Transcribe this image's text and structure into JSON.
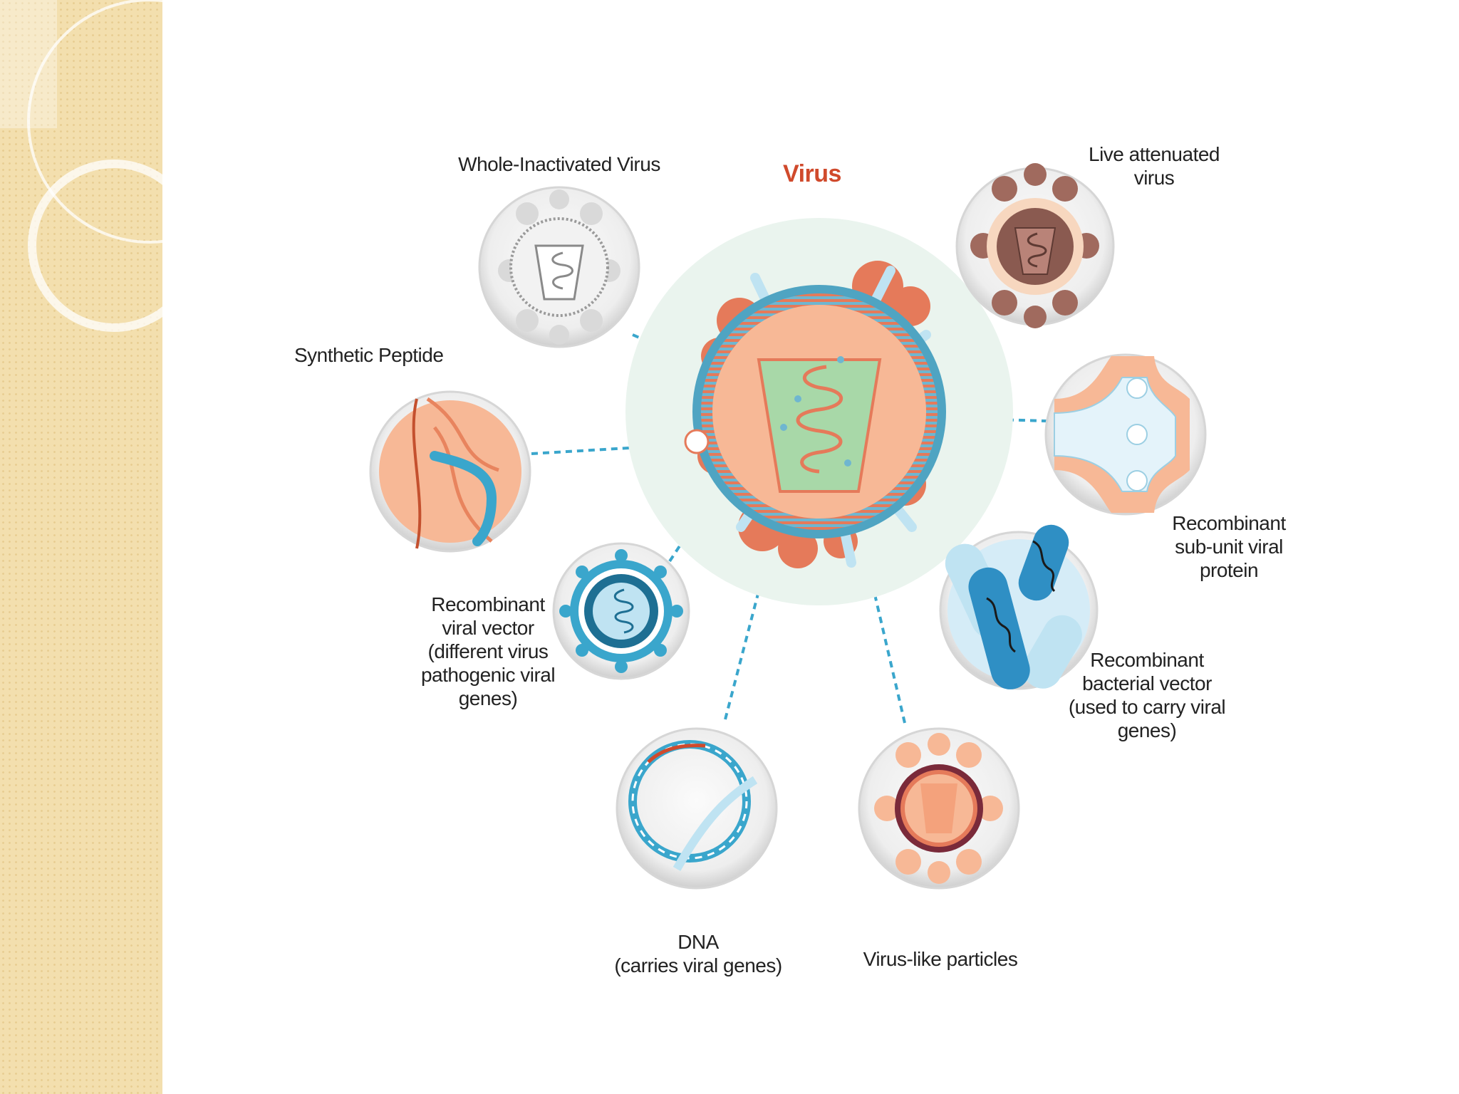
{
  "diagram": {
    "center_label": "Virus",
    "labels": {
      "whole_inactivated": "Whole-Inactivated Virus",
      "live_attenuated": "Live attenuated\nvirus",
      "synthetic_peptide": "Synthetic Peptide",
      "recombinant_subunit": "Recombinant\nsub-unit viral\nprotein",
      "recombinant_viral_vector": "Recombinant\nviral vector\n(different virus\npathogenic viral\ngenes)",
      "recombinant_bacterial_vector": "Recombinant\nbacterial vector\n(used to carry viral\ngenes)",
      "dna": "DNA\n(carries viral genes)",
      "vlp": "Virus-like particles"
    }
  },
  "colors": {
    "sidebar": "#f3dfae",
    "connector": "#3aa6cc",
    "virus_title": "#d04a2c",
    "coral": "#e57a5a",
    "light_blue": "#bfe3f2",
    "green": "#a8d8a8",
    "brown": "#8a5a50"
  }
}
